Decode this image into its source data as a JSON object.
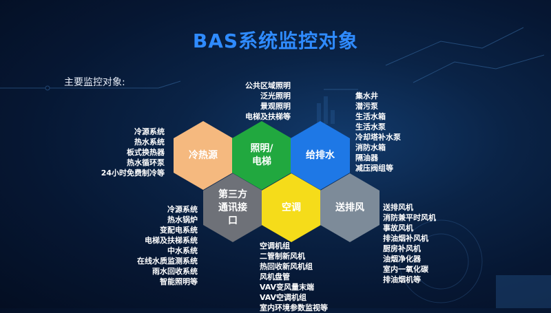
{
  "title": "BAS系统监控对象",
  "subtitle": "主要监控对象:",
  "hexagons": [
    {
      "label": "冷热源",
      "color": "#f5b97f"
    },
    {
      "label": "照明/\n电梯",
      "color": "#21a83f"
    },
    {
      "label": "给排水",
      "color": "#1e78e6"
    },
    {
      "label": "第三方\n通讯接\n口",
      "color": "#6e7178"
    },
    {
      "label": "空调",
      "color": "#f5dc1a"
    },
    {
      "label": "送排风",
      "color": "#7d8b99"
    }
  ],
  "lists": {
    "lighting": [
      "公共区域照明",
      "泛光照明",
      "景观照明",
      "电梯及扶梯等"
    ],
    "drainage": [
      "集水井",
      "潜污泵",
      "生活水箱",
      "生活水泵",
      "冷却塔补水泵",
      "消防水箱",
      "隔油器",
      "减压阀组等"
    ],
    "heat": [
      "冷源系统",
      "热水系统",
      "板式换热器",
      "热水循环泵",
      "24小时免费制冷等"
    ],
    "third": [
      "冷源系统",
      "热水锅炉",
      "变配电系统",
      "电梯及扶梯系统",
      "中水系统",
      "在线水质监测系统",
      "雨水回收系统",
      "智能照明等"
    ],
    "ac": [
      "空调机组",
      "二管制新风机",
      "热回收新风机组",
      "风机盘管",
      "VAV变风量末端",
      "VAV空调机组",
      "室内环境参数监视等"
    ],
    "ventilation": [
      "送排风机",
      "消防兼平时风机",
      "事故风机",
      "排油烟补风机",
      "厨房补风机",
      "油烟净化器",
      "室内一氧化碳",
      "排油烟机等"
    ]
  }
}
